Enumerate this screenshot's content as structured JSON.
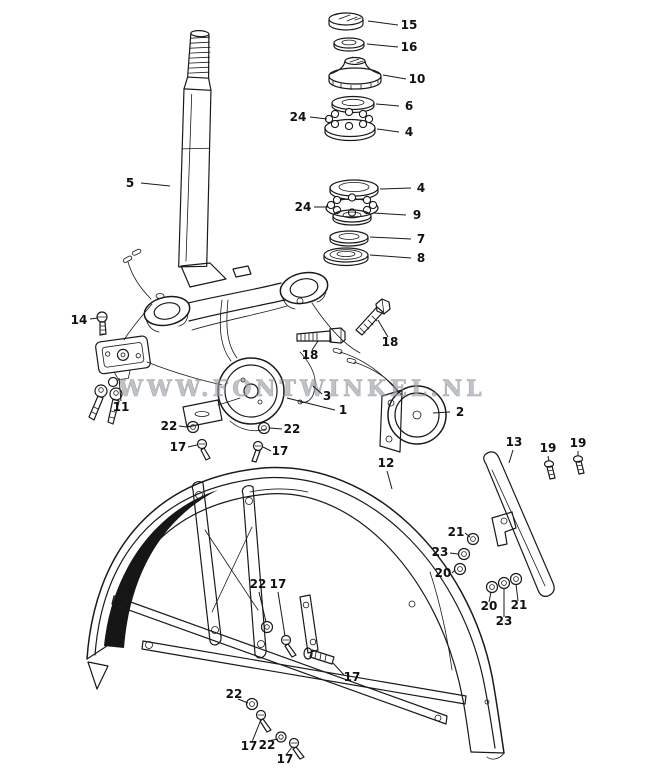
{
  "diagram": {
    "type": "exploded-parts-diagram",
    "subject": "motorcycle steering stem, horn and front fender assembly",
    "background_color": "#ffffff",
    "ink_color": "#1a1a1a",
    "watermark": "WWW.FONTWINKEL.NL",
    "callouts": [
      {
        "text": "15"
      },
      {
        "text": "16"
      },
      {
        "text": "10"
      },
      {
        "text": "6"
      },
      {
        "text": "24"
      },
      {
        "text": "4"
      },
      {
        "text": "5"
      },
      {
        "text": "4"
      },
      {
        "text": "24"
      },
      {
        "text": "9"
      },
      {
        "text": "7"
      },
      {
        "text": "8"
      },
      {
        "text": "14"
      },
      {
        "text": "18"
      },
      {
        "text": "18"
      },
      {
        "text": "11"
      },
      {
        "text": "3"
      },
      {
        "text": "1"
      },
      {
        "text": "2"
      },
      {
        "text": "22"
      },
      {
        "text": "17"
      },
      {
        "text": "22"
      },
      {
        "text": "17"
      },
      {
        "text": "12"
      },
      {
        "text": "13"
      },
      {
        "text": "19"
      },
      {
        "text": "19"
      },
      {
        "text": "21"
      },
      {
        "text": "23"
      },
      {
        "text": "20"
      },
      {
        "text": "20"
      },
      {
        "text": "21"
      },
      {
        "text": "23"
      },
      {
        "text": "22"
      },
      {
        "text": "17"
      },
      {
        "text": "17"
      },
      {
        "text": "22"
      },
      {
        "text": "17"
      },
      {
        "text": "22"
      },
      {
        "text": "17"
      }
    ]
  }
}
